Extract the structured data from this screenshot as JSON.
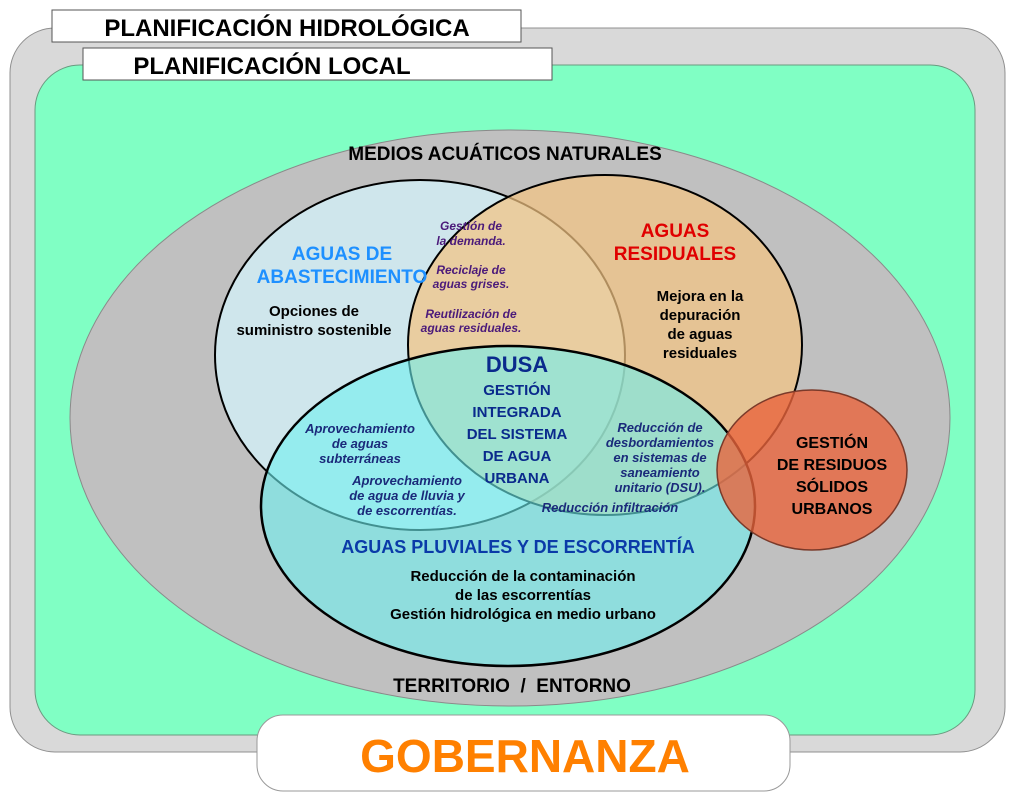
{
  "titles": {
    "hidrologica": "PLANIFICACIÓN HIDROLÓGICA",
    "local": "PLANIFICACIÓN LOCAL"
  },
  "outer": {
    "top": "MEDIOS ACUÁTICOS NATURALES",
    "bottom": "TERRITORIO  /  ENTORNO"
  },
  "abastecimiento": {
    "title": [
      "AGUAS DE",
      "ABASTECIMIENTO"
    ],
    "body": [
      "Opciones de",
      "suministro sostenible"
    ]
  },
  "residuales": {
    "title": [
      "AGUAS",
      "RESIDUALES"
    ],
    "body": [
      "Mejora en la",
      "depuración",
      "de aguas",
      "residuales"
    ]
  },
  "overlap_abast_resid": [
    "Gestión de",
    "la demanda.",
    "Reciclaje de",
    "aguas grises.",
    "Reutilización de",
    "aguas residuales."
  ],
  "center": {
    "title": "DUSA",
    "lines": [
      "GESTIÓN",
      "INTEGRADA",
      "DEL SISTEMA",
      "DE AGUA",
      "URBANA"
    ]
  },
  "overlap_abast_pluv": [
    "Aprovechamiento",
    "de aguas",
    "subterráneas",
    "Aprovechamiento",
    "de agua de lluvia y",
    "de escorrentías."
  ],
  "overlap_resid_pluv": [
    "Reducción de",
    "desbordamientos",
    "en sistemas de",
    "saneamiento",
    "unitario (DSU).",
    "Reducción infiltración"
  ],
  "pluviales": {
    "title": "AGUAS PLUVIALES Y DE ESCORRENTÍA",
    "body": [
      "Reducción de la contaminación",
      "de las escorrentías",
      "Gestión hidrológica en medio urbano"
    ]
  },
  "residuos": {
    "title": [
      "GESTIÓN",
      "DE RESIDUOS",
      "SÓLIDOS",
      "URBANOS"
    ]
  },
  "gobernanza": "GOBERNANZA",
  "colors": {
    "outer_gray": "#d9d9d9",
    "green": "#80ffc4",
    "ellipse_gray": "#c0c0c0",
    "abast_title": "#1e90ff",
    "resid_title": "#e00000",
    "navy": "#0a2a8c",
    "purple": "#4b1a7a",
    "orange": "#ff8000"
  }
}
